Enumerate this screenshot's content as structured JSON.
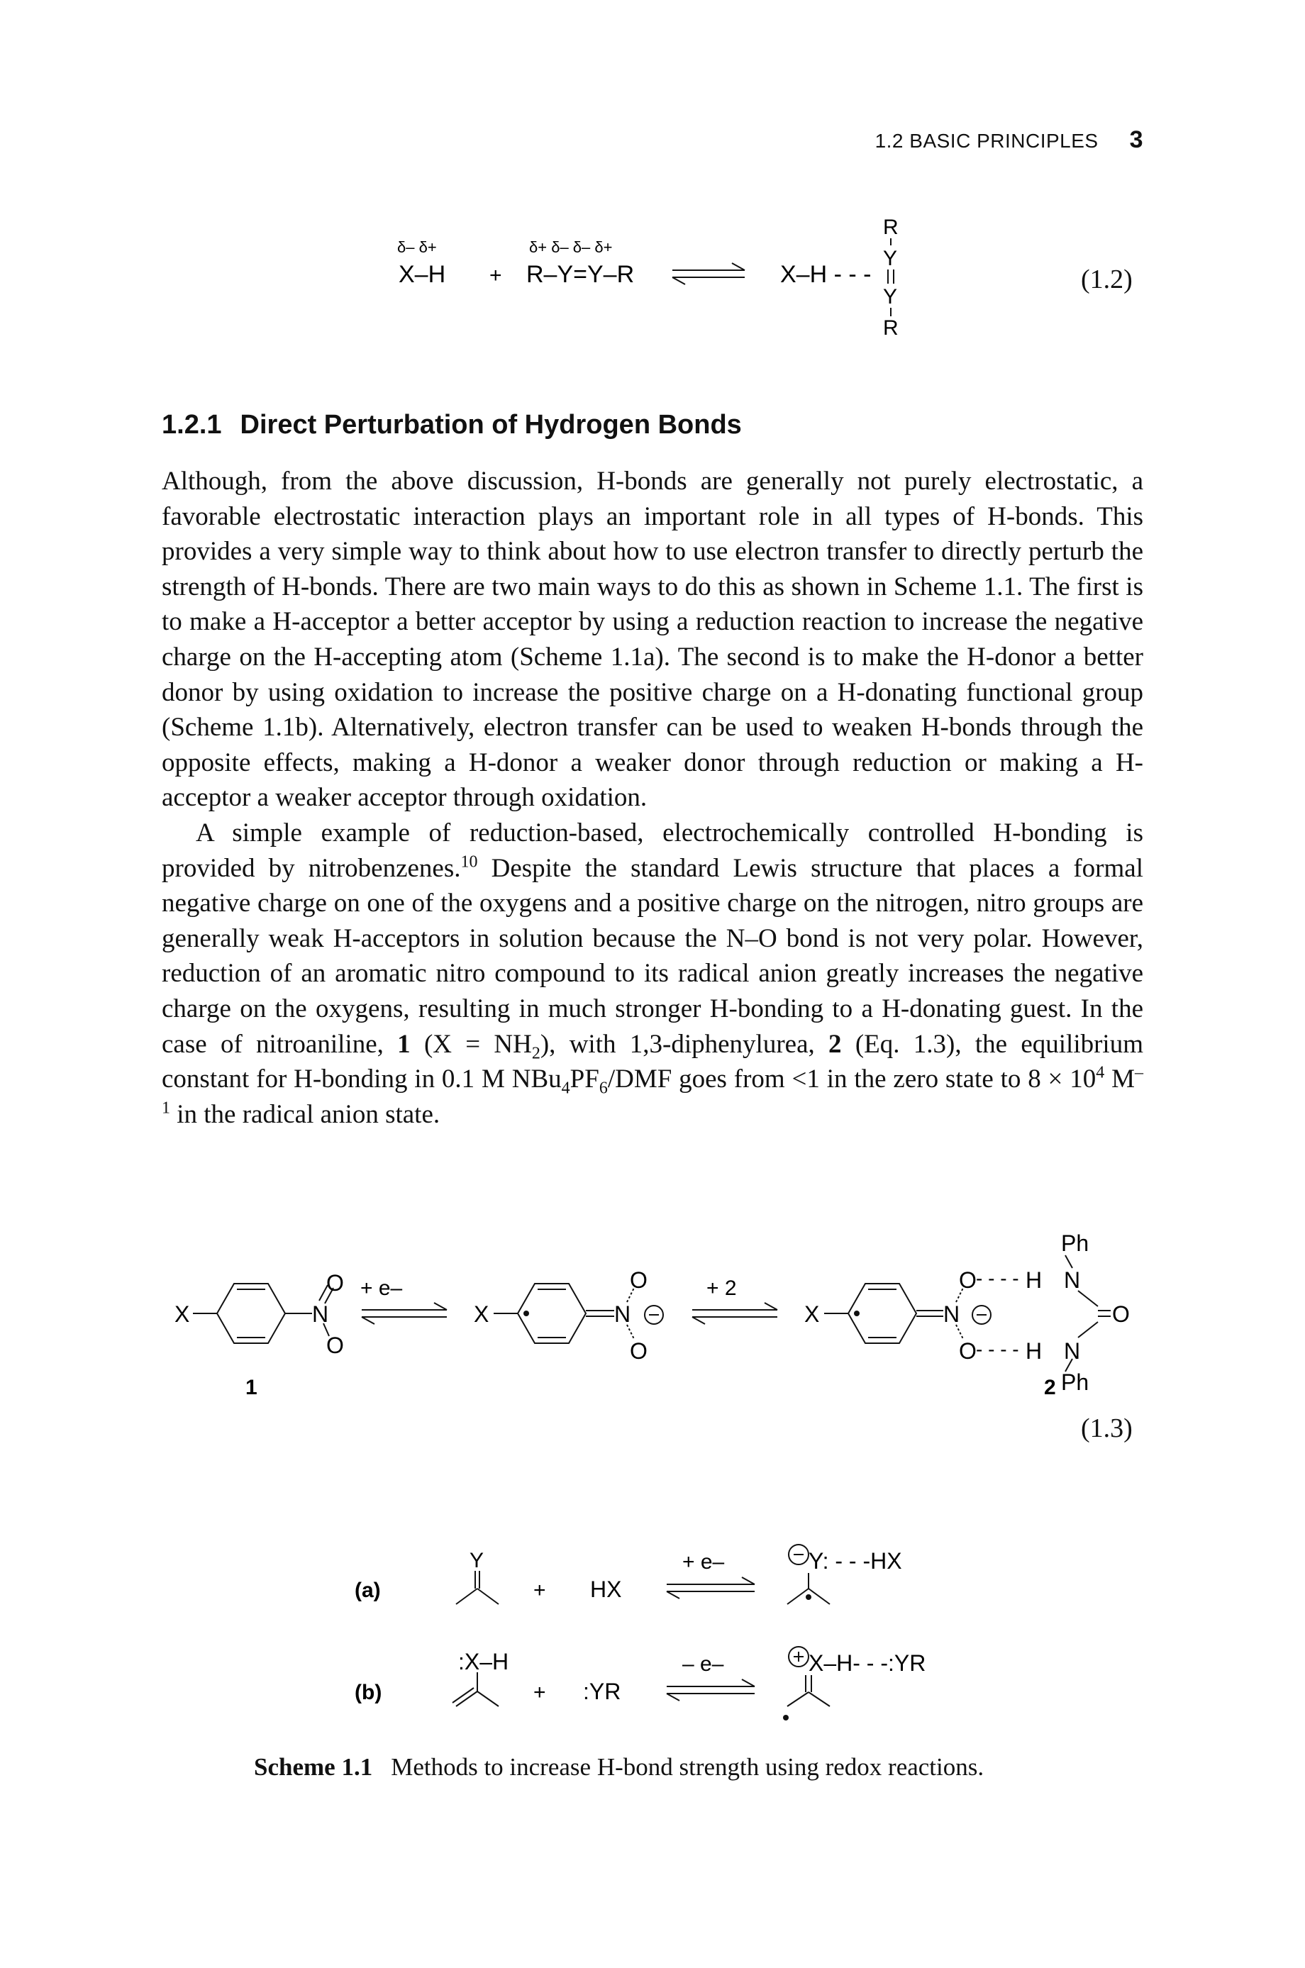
{
  "header": {
    "section": "1.2   BASIC PRINCIPLES",
    "page": "3"
  },
  "eq12": {
    "partial_charges": [
      "δ–  δ+",
      "δ+ δ–  δ–  δ+"
    ],
    "reactant1": "X–H",
    "plus": "+",
    "reactant2": "R–Y=Y–R",
    "product": "X–H - - -",
    "R": "R",
    "Y": "Y",
    "number": "(1.2)"
  },
  "section": {
    "number": "1.2.1",
    "title": "Direct Perturbation of Hydrogen Bonds"
  },
  "para1": "Although, from the above discussion, H-bonds are generally not purely electrostatic, a favorable electrostatic interaction plays an important role in all types of H-bonds. This provides a very simple way to think about how to use electron transfer to directly perturb the strength of H-bonds. There are two main ways to do this as shown in Scheme 1.1. The first is to make a H-acceptor a better acceptor by using a reduction reaction to increase the negative charge on the H-accepting atom (Scheme 1.1a). The second is to make the H-donor a better donor by using oxidation to increase the positive charge on a H-donating functional group (Scheme 1.1b). Alternatively, electron transfer can be used to weaken H-bonds through the opposite effects, making a H-donor a weaker donor through reduction or making a H-acceptor a weaker acceptor through oxidation.",
  "para2": {
    "s1": "A simple example of reduction-based, electrochemically controlled H-bonding is provided by nitrobenzenes.",
    "ref": "10",
    "s2": " Despite the standard Lewis structure that places a formal negative charge on one of the oxygens and a positive charge on the nitrogen, nitro groups are generally weak H-acceptors in solution because the N–O bond is not very polar. However, reduction of an aromatic nitro compound to its radical anion greatly increases the negative charge on the oxygens, resulting in much stronger H-bonding to a H-donating guest. In the case of nitroaniline, ",
    "c1": "1",
    "s3": " (X = NH",
    "sub2": "2",
    "s4": "), with 1,3-diphenylurea, ",
    "c2": "2",
    "s5": " (Eq. 1.3), the equilibrium constant for H-bonding in 0.1 M NBu",
    "sub4": "4",
    "s6": "PF",
    "sub6": "6",
    "s7": "/DMF goes from <1 in the zero state to 8 × 10",
    "sup4": "4",
    "s8": " M",
    "supm1": "–1",
    "s9": " in the radical anion state."
  },
  "eq13": {
    "X": "X",
    "N": "N",
    "O": "O",
    "reagent1": "+ e–",
    "reagent2": "+ 2",
    "H": "H",
    "Ph": "Ph",
    "dashes": "- - - -",
    "minus": "−",
    "label1": "1",
    "label2": "2",
    "number": "(1.3)"
  },
  "scheme": {
    "a_label": "(a)",
    "b_label": "(b)",
    "Y": "Y",
    "plus": "+",
    "HX": "HX",
    "plus_e": "+ e–",
    "a_product": "Y: - - -HX",
    "b_reactant": ":X–H",
    "YR": ":YR",
    "minus_e": "– e–",
    "b_product": "X–H- - -:YR",
    "caption_label": "Scheme 1.1",
    "caption_text": "Methods to increase H-bond strength using redox reactions."
  }
}
